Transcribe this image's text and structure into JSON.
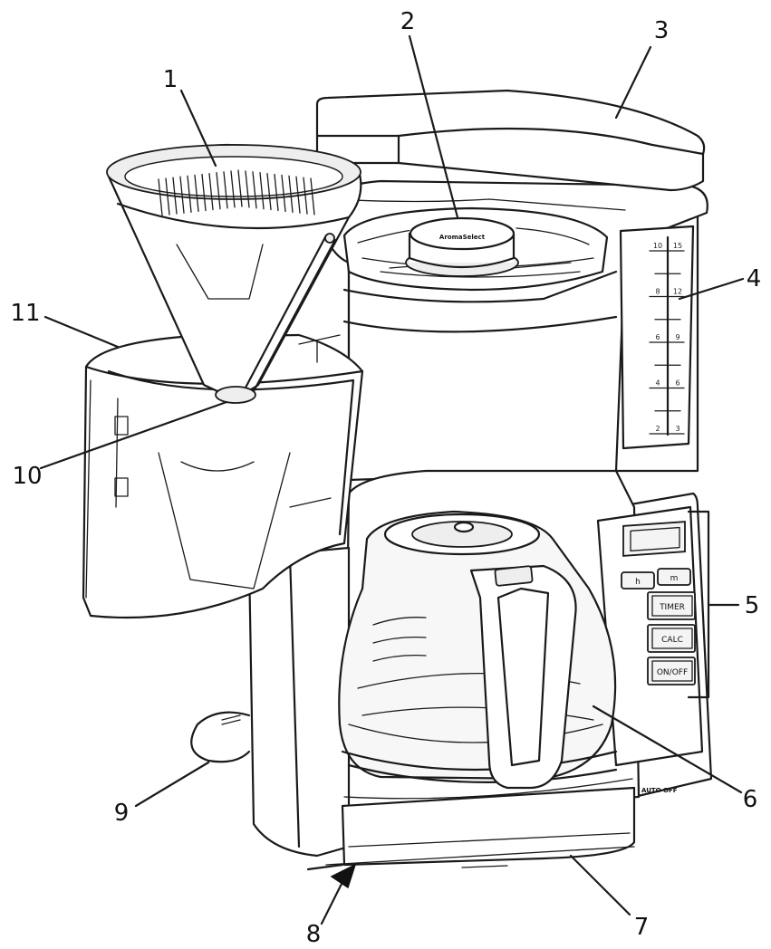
{
  "callouts": [
    {
      "num": "1",
      "part": "filter-holder"
    },
    {
      "num": "2",
      "part": "water-tank-lid-knob"
    },
    {
      "num": "3",
      "part": "lid"
    },
    {
      "num": "4",
      "part": "water-level-indicator"
    },
    {
      "num": "5",
      "part": "control-panel"
    },
    {
      "num": "6",
      "part": "glass-jug"
    },
    {
      "num": "7",
      "part": "hotplate-base"
    },
    {
      "num": "8",
      "part": "power-button-arrow"
    },
    {
      "num": "9",
      "part": "power-cord"
    },
    {
      "num": "10",
      "part": "drip-stop"
    },
    {
      "num": "11",
      "part": "filter-holder-bracket"
    }
  ],
  "water_scale": {
    "left": [
      "10",
      "8",
      "6",
      "4",
      "2"
    ],
    "right": [
      "15",
      "12",
      "9",
      "6",
      "3"
    ]
  },
  "control_panel": {
    "small_button_left": "h",
    "small_button_right": "m",
    "buttons": [
      "TIMER",
      "CALC",
      "ON/OFF"
    ]
  },
  "knob_text": "AromaSelect",
  "base_text": "AUTO OFF"
}
